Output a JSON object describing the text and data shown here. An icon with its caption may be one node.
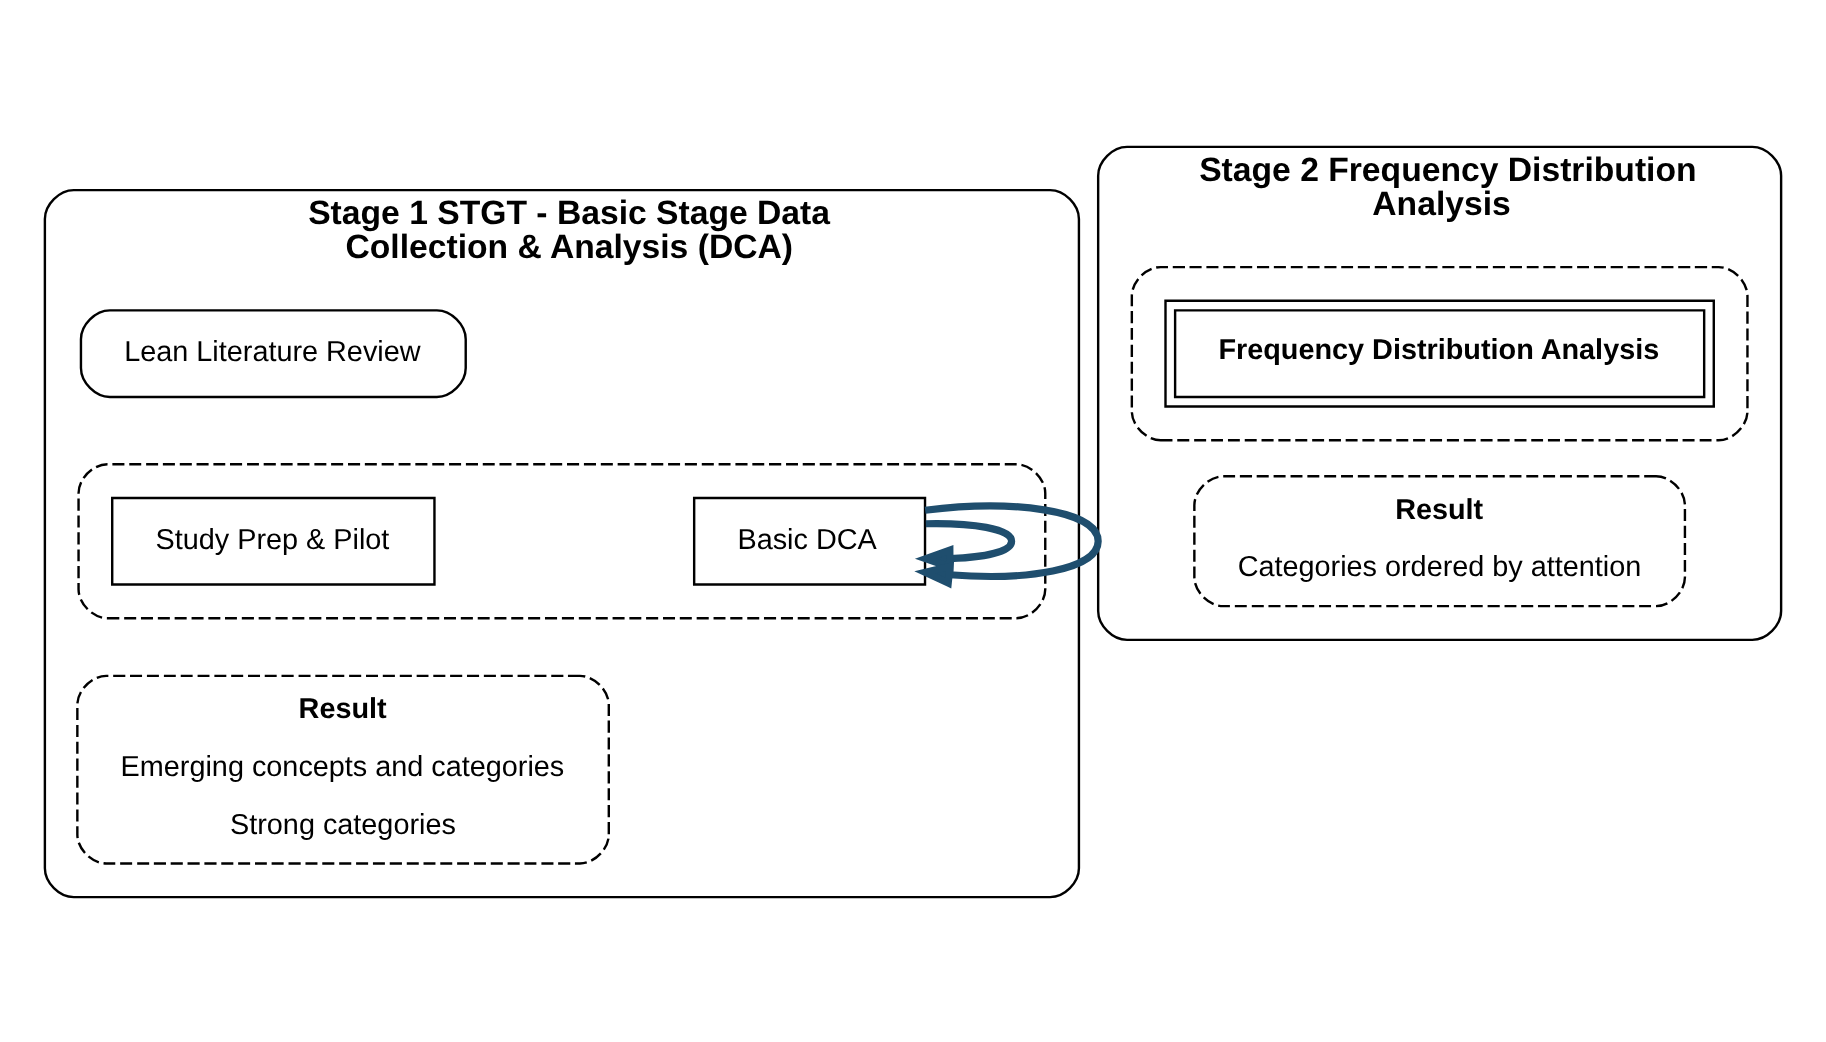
{
  "diagram": {
    "nodes": [
      {
        "text": [
          "Stage 1 STGT - Basic Stage Data Collection & Analysis (DCA)"
        ]
      },
      {
        "text": [
          "Lean Literature Review"
        ],
        "in": 0
      },
      {
        "text": [],
        "shape": "box",
        "in": 0
      },
      {
        "text": [
          "Study Prep & Pilot"
        ],
        "in": 2
      },
      {
        "text": [
          "Basic DCA"
        ],
        "in": 2
      },
      {
        "text": [
          "Result",
          "Emerging concepts and categories",
          "Strong categories"
        ],
        "in": 0
      },
      {
        "text": [
          "Stage 2 Frequency Distribution Analysis"
        ]
      },
      {
        "text": [],
        "shape": "box",
        "in": 6
      },
      {
        "text": [
          "Frequency Distribution Analysis"
        ],
        "in": 7
      },
      {
        "text": [
          "Result",
          "Categories ordered by attention"
        ],
        "in": 6
      }
    ],
    "edges": [
      {
        "from": 4,
        "to": 4,
        "arrow": "to",
        "color": "#1f4e6e"
      },
      {
        "from": 4,
        "to": 4,
        "arrow": "to",
        "color": "#1f4e6e"
      }
    ]
  }
}
